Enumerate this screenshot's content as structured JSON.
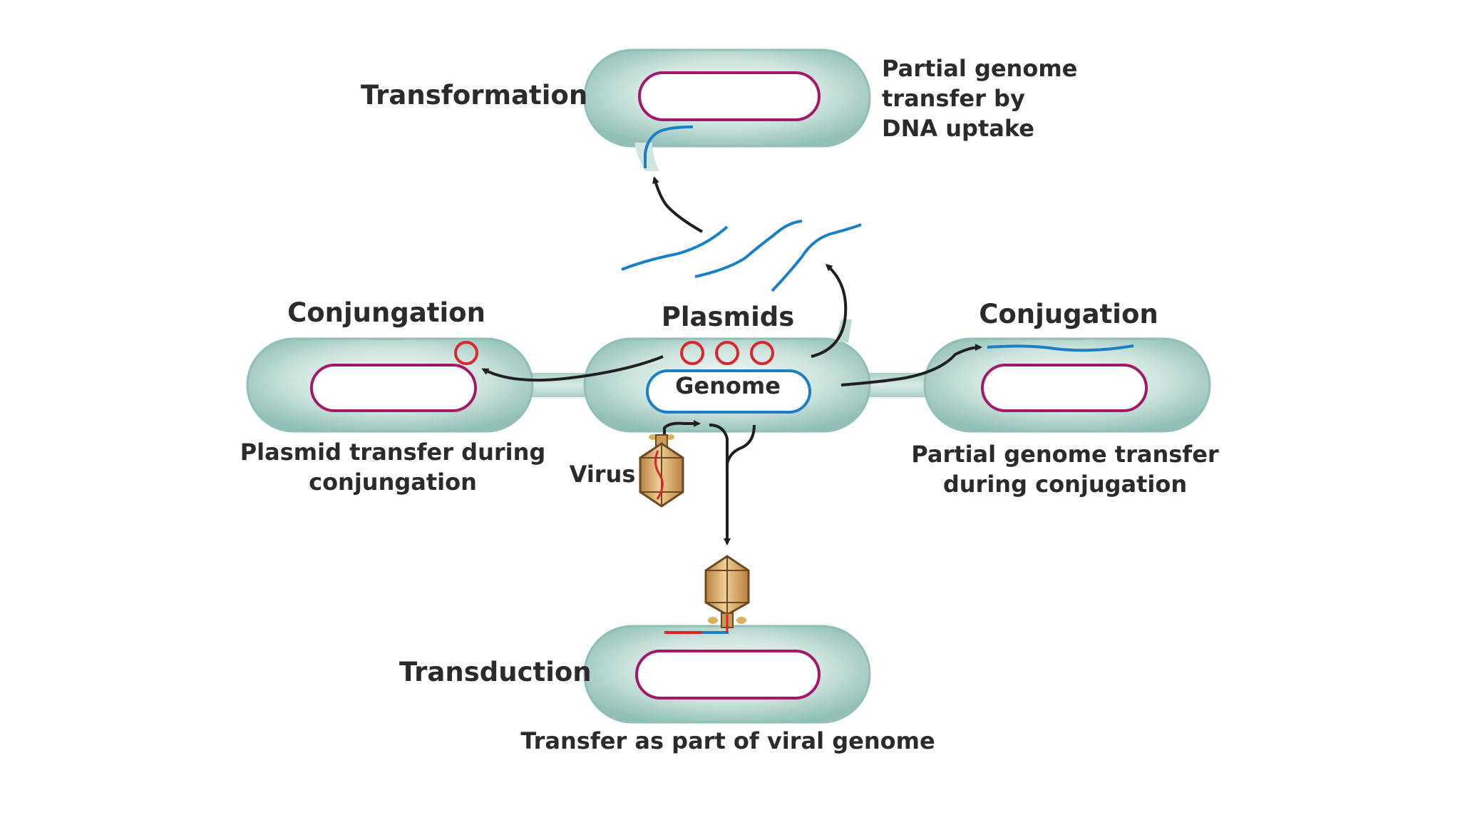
{
  "labels": {
    "transformation": "Transformation",
    "transformation_desc": [
      "Partial genome",
      "transfer by",
      "DNA uptake"
    ],
    "conjungation_left": "Conjungation",
    "plasmid_transfer_desc": [
      "Plasmid transfer during",
      "conjungation"
    ],
    "plasmids": "Plasmids",
    "genome": "Genome",
    "virus": "Virus",
    "conjugation_right": "Conjugation",
    "partial_conjugation_desc": [
      "Partial genome transfer",
      "during conjugation"
    ],
    "transduction": "Transduction",
    "transduction_desc": "Transfer as part of viral genome"
  },
  "colors": {
    "cell_body": "#bcd9d2",
    "cell_edge": "#8fbfb6",
    "chromosome": "#a3186b",
    "plasmid": "#e0242b",
    "dna": "#1a7fc9",
    "virus": "#d8a860",
    "arrow": "#1f1f1f"
  },
  "icons": [
    "virus-icon",
    "phage-icon",
    "plasmid-ring-icon",
    "dna-fragment-icon"
  ]
}
